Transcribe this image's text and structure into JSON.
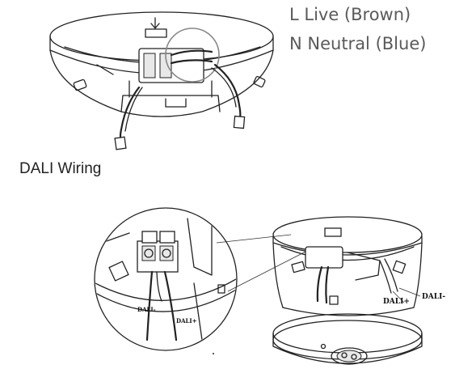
{
  "top_labels": {
    "live": "L Live (Brown)",
    "neutral": "N Neutral (Blue)"
  },
  "dali_wiring_label": "DALI Wiring",
  "zoom_labels": {
    "dali_minus": "DALI-",
    "dali_plus": "DALI+"
  },
  "fixture_labels": {
    "dali_plus": "DALI+",
    "dali_minus": "DALI-"
  }
}
